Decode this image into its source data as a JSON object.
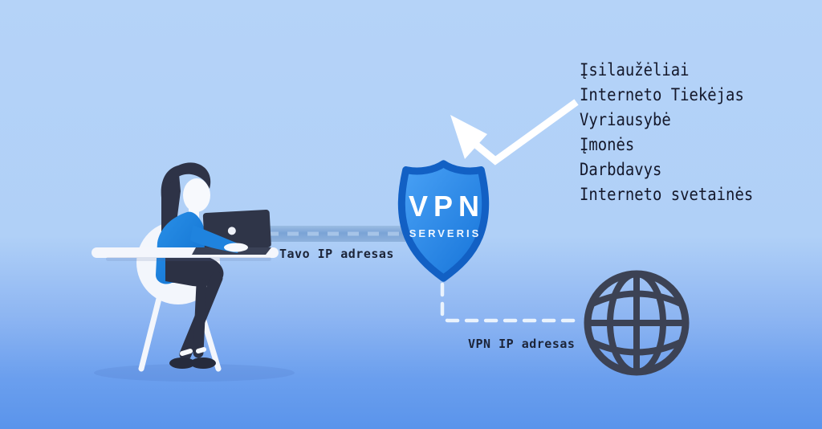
{
  "shield": {
    "title": "VPN",
    "subtitle": "SERVERIS"
  },
  "labels": {
    "user_ip": "Tavo IP adresas",
    "vpn_ip": "VPN IP adresas"
  },
  "threats": {
    "items": [
      {
        "label": "Įsilaužėliai"
      },
      {
        "label": "Interneto Tiekėjas"
      },
      {
        "label": "Vyriausybė"
      },
      {
        "label": "Įmonės"
      },
      {
        "label": "Darbdavys"
      },
      {
        "label": "Interneto svetainės"
      }
    ]
  },
  "icons": {
    "shield": "shield-icon",
    "globe": "globe-icon",
    "arrow": "deflected-arrow-icon",
    "person": "person-at-laptop-illustration"
  },
  "colors": {
    "background_top": "#b5d3f8",
    "background_bottom": "#5a94eb",
    "shield_border": "#1260c4",
    "shield_fill_top": "#4aa2f6",
    "shield_fill_bottom": "#1573d8",
    "connection_bar": "#7aa3d6",
    "dashed_line": "#eaf3fd",
    "arrow": "#ffffff",
    "globe": "#3c4254",
    "text_dark": "#14182b"
  }
}
